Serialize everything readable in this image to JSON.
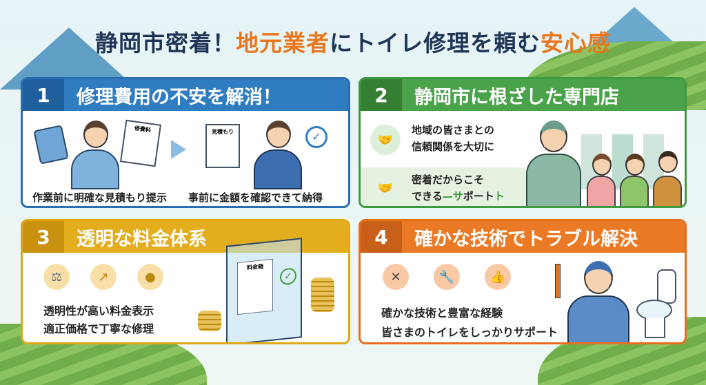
{
  "title": {
    "part1": "静岡市密着！",
    "part2": "地元業者",
    "part3": "にトイレ修理を頼む",
    "part4": "安心感"
  },
  "panels": [
    {
      "number": "1",
      "heading": "修理費用の不安を解消！",
      "doc1": "修費料",
      "doc2": "見積もり",
      "caption_left": "作業前に明確な見積もり提示",
      "caption_right": "事前に金額を確認できて納得",
      "color": "#2a6db0"
    },
    {
      "number": "2",
      "heading": "静岡市に根ざした専門店",
      "line1a": "地域の皆さまとの",
      "line1b": "信頼関係を大切に",
      "line2a": "密着だからこそ",
      "line2b_1": "できる",
      "line2b_2": "—サ",
      "line2b_3": "ポート",
      "line2b_4": "ト",
      "color": "#3f9a3f"
    },
    {
      "number": "3",
      "heading": "透明な料金体系",
      "box_label": "料金箱",
      "line1": "透明性が高い料金表示",
      "line2": "適正価格で丁寧な修理",
      "color": "#e0a817"
    },
    {
      "number": "4",
      "heading": "確かな技術でトラブル解決",
      "line1": "確かな技術と豊富な経験",
      "line2": "皆さまのトイレをしっかりサポート",
      "color": "#e86e1c"
    }
  ]
}
